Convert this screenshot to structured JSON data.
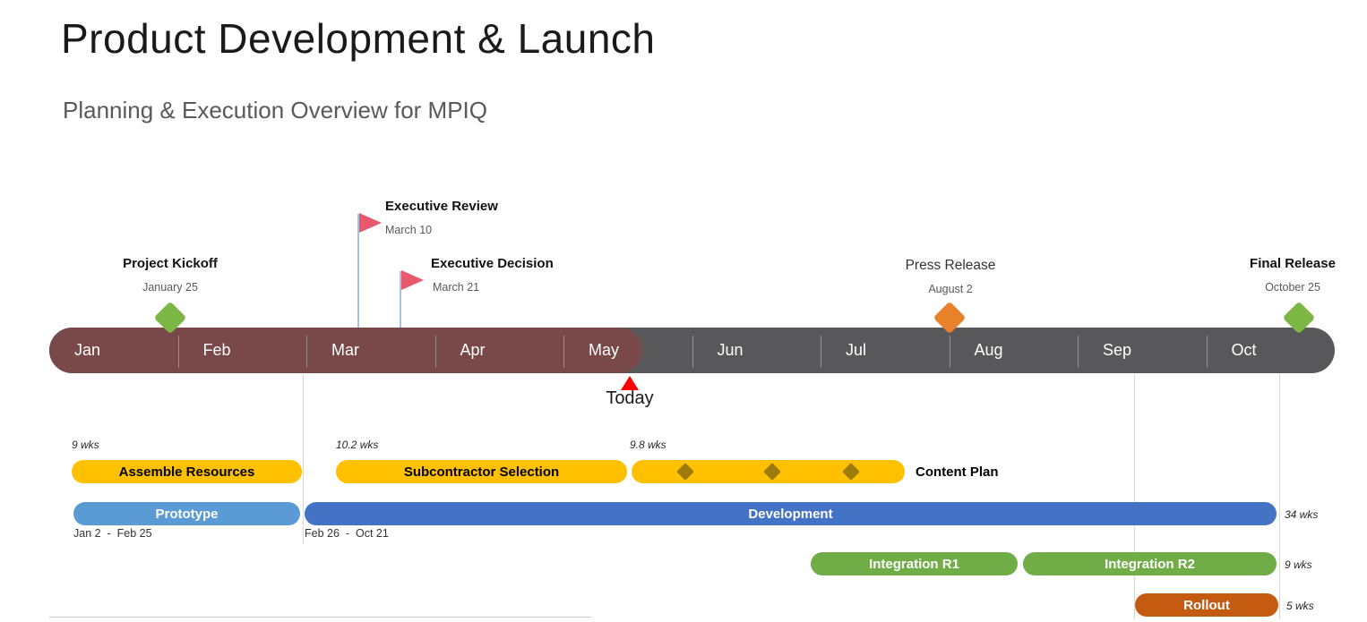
{
  "page": {
    "title": "Product Development & Launch",
    "subtitle": "Planning & Execution Overview for MPIQ"
  },
  "timeline": {
    "months": [
      "Jan",
      "Feb",
      "Mar",
      "Apr",
      "May",
      "Jun",
      "Jul",
      "Aug",
      "Sep",
      "Oct"
    ],
    "elapsed_color": "#794949",
    "remaining_color": "#58585A",
    "today": {
      "label": "Today",
      "marker_color": "#FF0000"
    }
  },
  "milestones": [
    {
      "label": "Project Kickoff",
      "date": "January 25",
      "marker": "diamond",
      "color": "#7CB644"
    },
    {
      "label": "Executive Review",
      "date": "March 10",
      "marker": "flag",
      "color": "#E8596E"
    },
    {
      "label": "Executive Decision",
      "date": "March 21",
      "marker": "flag",
      "color": "#E8596E"
    },
    {
      "label": "Press Release",
      "date": "August 2",
      "marker": "diamond",
      "color": "#E8822A"
    },
    {
      "label": "Final Release",
      "date": "October 25",
      "marker": "diamond",
      "color": "#7CB644"
    }
  ],
  "tasks": [
    {
      "label": "Assemble Resources",
      "duration": "9 wks",
      "color": "#FFC000"
    },
    {
      "label": "Subcontractor Selection",
      "duration": "10.2 wks",
      "color": "#FFC000"
    },
    {
      "label": "Content Plan",
      "duration": "9.8 wks",
      "color": "#FFC000",
      "inner_milestone_color": "#9C7B0A"
    },
    {
      "label": "Prototype",
      "date_range": "Jan 2  -  Feb 25",
      "color": "#5B9BD5"
    },
    {
      "label": "Development",
      "date_range": "Feb 26  -  Oct 21",
      "duration": "34 wks",
      "color": "#4472C4"
    },
    {
      "label": "Integration R1",
      "color": "#70AD47"
    },
    {
      "label": "Integration R2",
      "duration": "9 wks",
      "color": "#70AD47"
    },
    {
      "label": "Rollout",
      "duration": "5 wks",
      "color": "#C55A11"
    }
  ],
  "chart_data": {
    "type": "gantt",
    "title": "Product Development & Launch",
    "subtitle": "Planning & Execution Overview for MPIQ",
    "time_axis": {
      "unit": "months",
      "ticks": [
        "Jan",
        "Feb",
        "Mar",
        "Apr",
        "May",
        "Jun",
        "Jul",
        "Aug",
        "Sep",
        "Oct"
      ],
      "today_position": "~May 17"
    },
    "milestones": [
      {
        "name": "Project Kickoff",
        "date": "January 25"
      },
      {
        "name": "Executive Review",
        "date": "March 10"
      },
      {
        "name": "Executive Decision",
        "date": "March 21"
      },
      {
        "name": "Press Release",
        "date": "August 2"
      },
      {
        "name": "Final Release",
        "date": "October 25"
      }
    ],
    "tasks": [
      {
        "name": "Assemble Resources",
        "duration_label": "9 wks",
        "start": "~Jan 2",
        "end": "~Feb 25"
      },
      {
        "name": "Subcontractor Selection",
        "duration_label": "10.2 wks",
        "start": "~Mar 8",
        "end": "~May 16"
      },
      {
        "name": "Content Plan",
        "duration_label": "9.8 wks",
        "start": "~May 17",
        "end": "~Jul 25",
        "inner_milestones": 3
      },
      {
        "name": "Prototype",
        "start": "Jan 2",
        "end": "Feb 25"
      },
      {
        "name": "Development",
        "duration_label": "34 wks",
        "start": "Feb 26",
        "end": "Oct 21"
      },
      {
        "name": "Integration R1",
        "start": "~Jun 28",
        "end": "~Aug 17"
      },
      {
        "name": "Integration R2",
        "duration_label": "9 wks",
        "start": "~Aug 18",
        "end": "~Oct 21"
      },
      {
        "name": "Rollout",
        "duration_label": "5 wks",
        "start": "~Sep 15",
        "end": "~Oct 21"
      }
    ]
  }
}
